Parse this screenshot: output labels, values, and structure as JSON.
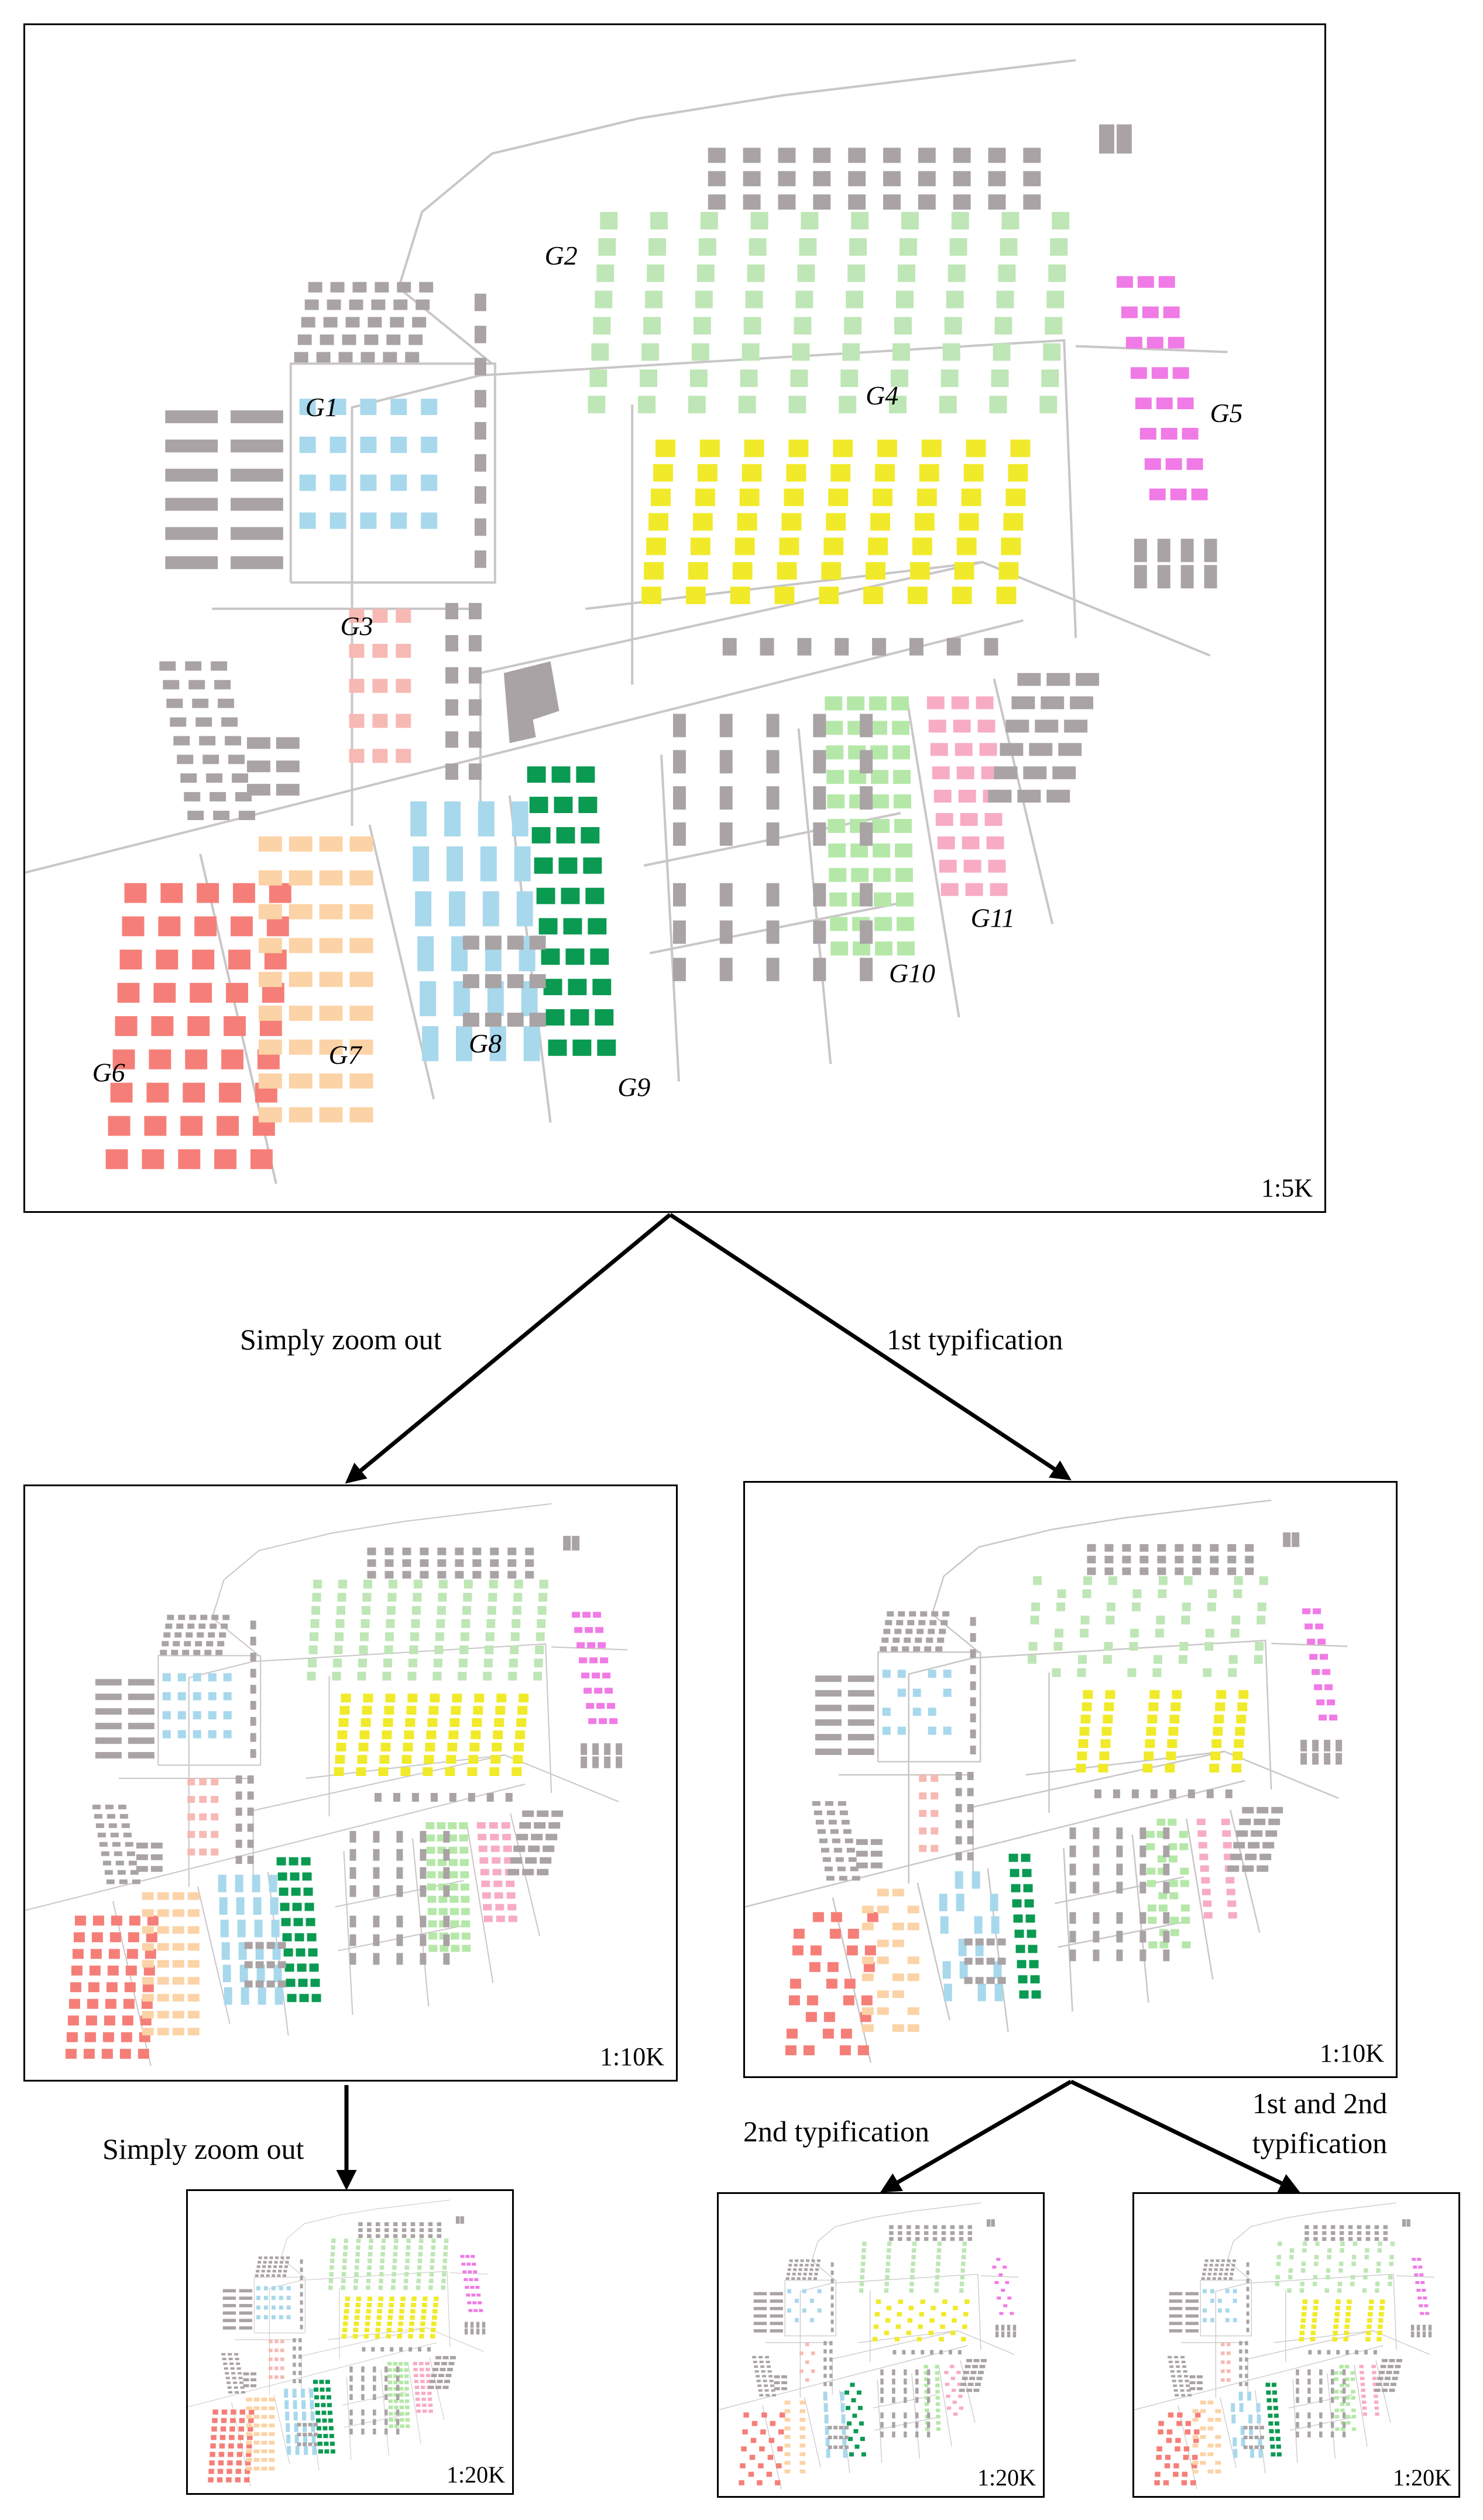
{
  "panels": {
    "main": {
      "scale": "1:5K"
    },
    "zoom10k": {
      "scale": "1:10K"
    },
    "typ10k": {
      "scale": "1:10K"
    },
    "zoom20k": {
      "scale": "1:20K"
    },
    "typ2nd20k": {
      "scale": "1:20K"
    },
    "typBoth20k": {
      "scale": "1:20K"
    }
  },
  "arrows": {
    "simply_zoom_out_1": "Simply zoom out",
    "first_typification": "1st typification",
    "simply_zoom_out_2": "Simply zoom out",
    "second_typification": "2nd typification",
    "first_and_second_typification": "1st and 2nd typification"
  },
  "groups": [
    {
      "label": "G1",
      "color": "#a8d8ec"
    },
    {
      "label": "G2",
      "color": "#bfe6b6"
    },
    {
      "label": "G3",
      "color": "#f7b9b4"
    },
    {
      "label": "G4",
      "color": "#f0ea2a"
    },
    {
      "label": "G5",
      "color": "#f07ae6"
    },
    {
      "label": "G6",
      "color": "#f57f78"
    },
    {
      "label": "G7",
      "color": "#fcd3a6"
    },
    {
      "label": "G8",
      "color": "#a8d8ec"
    },
    {
      "label": "G9",
      "color": "#0a9a52"
    },
    {
      "label": "G10",
      "color": "#b5e8a8"
    },
    {
      "label": "G11",
      "color": "#f7acc4"
    }
  ],
  "other_buildings_color": "#a9a3a5"
}
